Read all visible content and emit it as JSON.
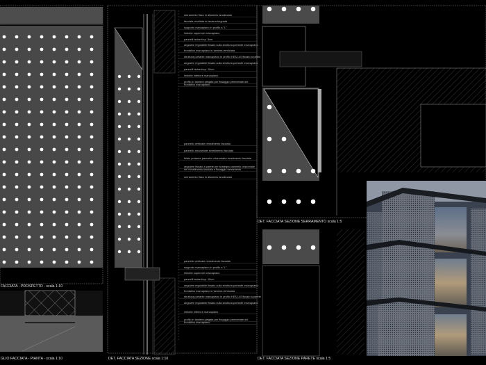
{
  "captions": {
    "prospetto": "FACCIATA - PROSPETTO - scala 1:10",
    "pianta": "GLIO FACCIATA - PIANTA - scala 1:10",
    "sezione": "DET. FACCIATA  SEZIONE  scala 1:10",
    "sezione_serramento": "DET. FACCIATA  SEZIONE SERRAMENTO   scala 1:5",
    "sezione_parete": "DET. FACCIATA  SEZIONE PARETE   scala 1:5"
  },
  "labels_top": [
    "serramento fisso in alluminio anodizzato",
    "facciata ventilata in lamiera bugnata",
    "supporto marcapiano in profilo a \"L\"",
    "imbotte superiore marcapiano",
    "pannelli isolanti sp. 5cm",
    "angolare regolabile fissato sulla struttura portante marcapiano",
    "frontalino marcapiano in lamiera verniciata",
    "struttura portante marcapiano in profilo HEA 140 fissato a solaio",
    "angolare regolabile fissato sulla struttura portante marcapiano",
    "pannelli isolanti sp. 10cm",
    "imbotte inferiore marcapiano",
    "profilo in lamiera piegata per fissaggio perimetrale del",
    "frontalino marcapiano"
  ],
  "labels_middle": [
    "pannello verticale rivestimento facciata",
    "pannello orizzontale rivestimento facciata",
    "telaio portante pannello orizzontale rivestimento facciata",
    "angolare fissato a parete per sostegno pannello orizzontale",
    "del rivestimento facciata e fissaggio serramento",
    "serramento fisso in alluminio anodizzato"
  ],
  "labels_bottom": [
    "pannello verticale rivestimento facciata",
    "supporto marcapiano in profilo a \"L\"",
    "imbotte superiore marcapiano",
    "pannelli isolanti sp. 10cm",
    "angolare regolabile fissato sulla struttura portante marcapiano",
    "frontalino marcapiano in lamiera verniciata",
    "struttura portante marcapiano in profilo HEA 140 fissato a parete",
    "angolare regolabile fissato sulla struttura portante marcapiano",
    "imbotte inferiore marcapiano",
    "profilo in lamiera piegata per fissaggio perimetrale del",
    "frontalino marcapiano"
  ],
  "colors": {
    "background": "#000000",
    "panel": "#4a4a4a",
    "perforation": "#ffffff",
    "line": "#9a9a9a"
  }
}
